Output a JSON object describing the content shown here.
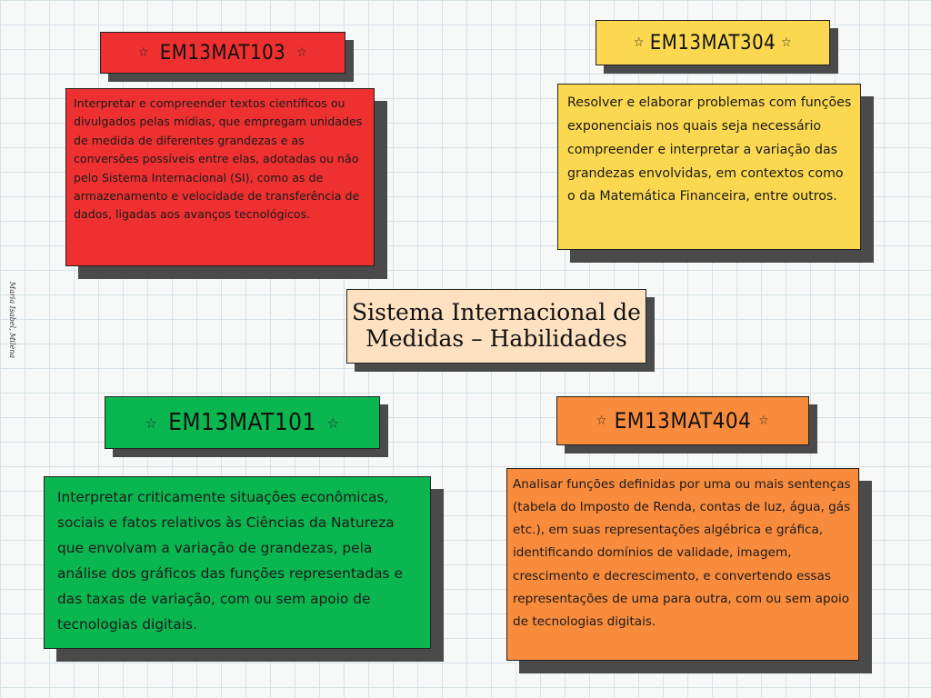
{
  "center": {
    "title": "Sistema Internacional de Medidas – Habilidades"
  },
  "signature": "Maria Isabel, Milena",
  "cards": [
    {
      "code": "EM13MAT103",
      "color": "#ef3030",
      "text": "Interpretar e compreender textos científicos ou divulgados pelas mídias, que empregam unidades de medida de diferentes grandezas e as conversões possíveis entre elas, adotadas ou não pelo Sistema Internacional (SI), como as de armazenamento e velocidade de transferência de dados, ligadas aos avanços tecnológicos."
    },
    {
      "code": "EM13MAT304",
      "color": "#fbd84f",
      "text": "Resolver e elaborar problemas com funções exponenciais nos quais seja necessário compreender e interpretar a variação das grandezas envolvidas, em contextos como o da Matemática Financeira, entre outros."
    },
    {
      "code": "EM13MAT101",
      "color": "#0ab650",
      "text": "Interpretar criticamente situações econômicas, sociais e fatos relativos às Ciências da Natureza que envolvam a variação de grandezas, pela análise dos gráficos das funções representadas e das taxas de variação, com ou sem apoio de tecnologias digitais."
    },
    {
      "code": "EM13MAT404",
      "color": "#f98b3c",
      "text": "Analisar funções definidas por uma ou mais sentenças (tabela do Imposto de Renda, contas de luz, água, gás etc.), em suas representações algébrica e gráfica, identificando domínios de validade, imagem, crescimento e decrescimento, e convertendo essas representações de uma para outra, com ou sem apoio de tecnologias digitais."
    }
  ]
}
